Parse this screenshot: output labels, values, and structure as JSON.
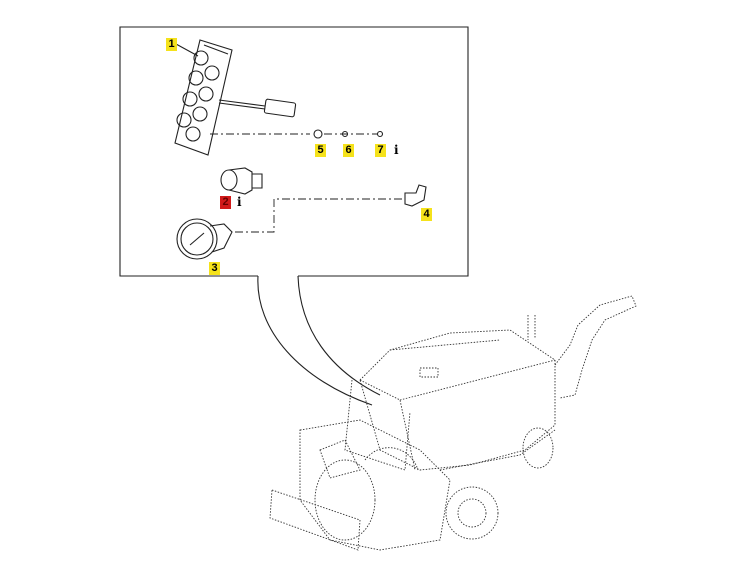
{
  "callouts": [
    {
      "number": "1",
      "color": "#f5e21b"
    },
    {
      "number": "2",
      "color": "#d11a1a"
    },
    {
      "number": "3",
      "color": "#f5e21b"
    },
    {
      "number": "4",
      "color": "#f5e21b"
    },
    {
      "number": "5",
      "color": "#f5e21b"
    },
    {
      "number": "6",
      "color": "#f5e21b"
    },
    {
      "number": "7",
      "color": "#f5e21b"
    }
  ],
  "info_icon": "i"
}
